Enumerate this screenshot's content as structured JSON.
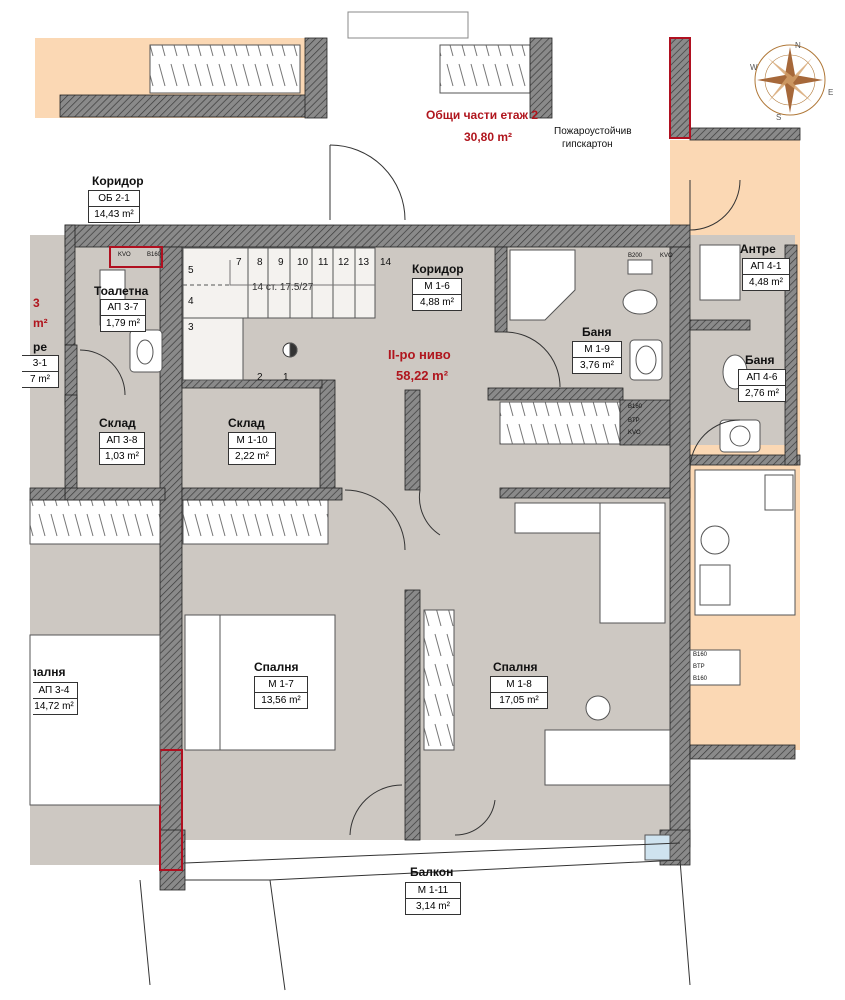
{
  "colors": {
    "wall": "#6b6b6b",
    "wall_hatch": "#3a3a3a",
    "unit_floor": "#cdc8c2",
    "neighbour_floor": "#fbd8b4",
    "common_floor": "#ffffff",
    "wall_red_edge": "#b01020",
    "accent_text": "#b0161e"
  },
  "common": {
    "title": "Общи части етаж 2",
    "area": "30,80 m²",
    "note_line1": "Пожароустойчив",
    "note_line2": "гипскартон"
  },
  "level": {
    "name": "II-ро ниво",
    "area": "58,22 m²"
  },
  "stair": {
    "caption": "14 ст. 17.5/27",
    "steps_left": [
      "5",
      "4",
      "3",
      "2",
      "1"
    ],
    "steps_top": [
      "7",
      "8",
      "9",
      "10",
      "11",
      "12",
      "13",
      "14"
    ]
  },
  "rooms": {
    "ob21": {
      "name": "Коридор",
      "code": "ОБ 2-1",
      "area": "14,43 m²"
    },
    "ap37": {
      "name": "Тоалетна",
      "code": "АП 3-7",
      "area": "1,79 m²"
    },
    "ap31": {
      "name": "ре",
      "code": "3-1",
      "area": "7 m²"
    },
    "ap3cut": {
      "number": "3",
      "area": "m²"
    },
    "ap38": {
      "name": "Склад",
      "code": "АП 3-8",
      "area": "1,03 m²"
    },
    "ap34": {
      "name": "Спалня",
      "code": "АП 3-4",
      "area": "14,72 m²"
    },
    "m16": {
      "name": "Коридор",
      "code": "М 1-6",
      "area": "4,88 m²"
    },
    "m19": {
      "name": "Баня",
      "code": "М 1-9",
      "area": "3,76 m²"
    },
    "m110": {
      "name": "Склад",
      "code": "М 1-10",
      "area": "2,22 m²"
    },
    "m17": {
      "name": "Спалня",
      "code": "М 1-7",
      "area": "13,56 m²"
    },
    "m18": {
      "name": "Спалня",
      "code": "М 1-8",
      "area": "17,05 m²"
    },
    "m111": {
      "name": "Балкон",
      "code": "М 1-11",
      "area": "3,14 m²"
    },
    "ap41": {
      "name": "Антре",
      "code": "АП 4-1",
      "area": "4,48 m²"
    },
    "ap46": {
      "name": "Баня",
      "code": "АП 4-6",
      "area": "2,76 m²"
    }
  },
  "equipment": {
    "boiler_a": "B160",
    "boiler_b": "B200",
    "kvo": "KVO",
    "btp": "BTP"
  },
  "compass": {
    "n": "N",
    "s": "S",
    "e": "E",
    "w": "W"
  }
}
